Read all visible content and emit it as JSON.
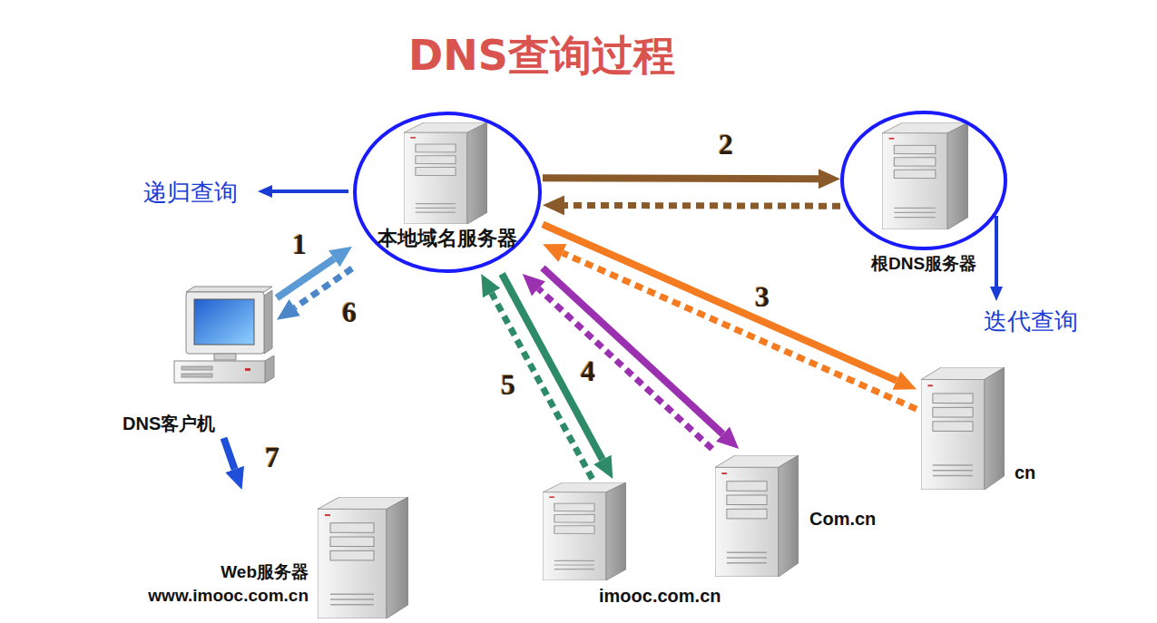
{
  "diagram": {
    "title": "DNS查询过程",
    "nodes": [
      {
        "text": [
          "本地域名服务器"
        ]
      },
      {
        "text": [
          "根DNS服务器"
        ]
      },
      {
        "text": [
          "DNS客户机"
        ]
      },
      {
        "text": [
          "cn"
        ]
      },
      {
        "text": [
          "Com.cn"
        ]
      },
      {
        "text": [
          "imooc.com.cn"
        ]
      },
      {
        "text": [
          "Web服务器",
          "www.imooc.com.cn"
        ]
      }
    ],
    "edges": [
      {
        "from": 2,
        "to": 0,
        "arrow": "to",
        "label": "1"
      },
      {
        "from": 0,
        "to": 2,
        "arrow": "to",
        "label": "6"
      },
      {
        "from": 0,
        "to": 1,
        "arrow": "to",
        "label": "2"
      },
      {
        "from": 1,
        "to": 0,
        "arrow": "to"
      },
      {
        "from": 0,
        "to": 3,
        "arrow": "to",
        "label": "3"
      },
      {
        "from": 3,
        "to": 0,
        "arrow": "to"
      },
      {
        "from": 0,
        "to": 4,
        "arrow": "to",
        "label": "4"
      },
      {
        "from": 4,
        "to": 0,
        "arrow": "to"
      },
      {
        "from": 0,
        "to": 5,
        "arrow": "to",
        "label": "5"
      },
      {
        "from": 5,
        "to": 0,
        "arrow": "to"
      },
      {
        "from": 2,
        "to": 6,
        "arrow": "to",
        "label": "7"
      }
    ],
    "labels": [
      "递归查询",
      "迭代查询"
    ]
  }
}
